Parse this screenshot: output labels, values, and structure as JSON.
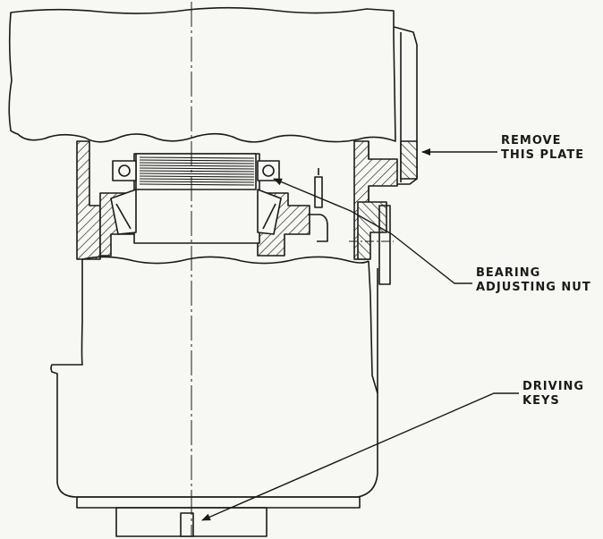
{
  "callouts": {
    "remove_plate": {
      "line1": "REMOVE",
      "line2": "THIS PLATE"
    },
    "bearing_nut": {
      "line1": "BEARING",
      "line2": "ADJUSTING NUT"
    },
    "driving_keys": {
      "line1": "DRIVING",
      "line2": "KEYS"
    }
  },
  "colors": {
    "paper": "#f7f7f4",
    "ink": "#1a1a1a"
  }
}
